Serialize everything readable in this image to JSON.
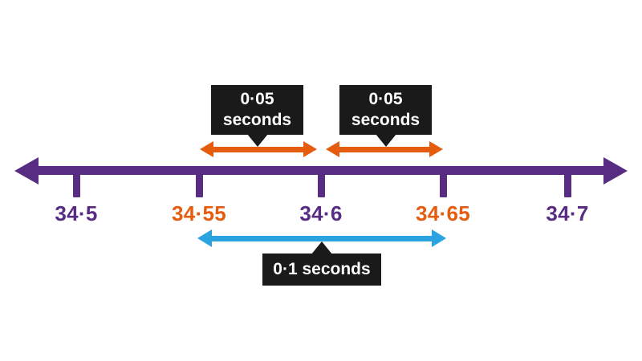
{
  "colors": {
    "number_line": "#582c83",
    "interval_top": "#e55c0f",
    "interval_bottom": "#2aa3e0",
    "callout_bg": "#1a1a1a",
    "callout_text": "#ffffff",
    "background": "#ffffff"
  },
  "number_line": {
    "ticks": [
      {
        "label": "34·5",
        "color": "#582c83"
      },
      {
        "label": "34·55",
        "color": "#e55c0f"
      },
      {
        "label": "34·6",
        "color": "#582c83"
      },
      {
        "label": "34·65",
        "color": "#e55c0f"
      },
      {
        "label": "34·7",
        "color": "#582c83"
      }
    ]
  },
  "callouts": {
    "left": {
      "line1": "0·05",
      "line2": "seconds"
    },
    "right": {
      "line1": "0·05",
      "line2": "seconds"
    },
    "total": {
      "label": "0·1 seconds"
    }
  }
}
